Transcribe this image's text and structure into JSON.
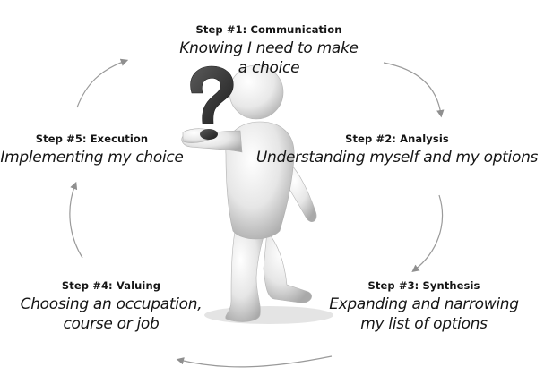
{
  "steps": [
    {
      "title": "Step #1: Communication",
      "desc_line1": "Knowing I need to make",
      "desc_line2": "a choice"
    },
    {
      "title": "Step #2: Analysis",
      "desc_line1": "Understanding myself and my options",
      "desc_line2": ""
    },
    {
      "title": "Step #3: Synthesis",
      "desc_line1": "Expanding and narrowing",
      "desc_line2": "my list of options"
    },
    {
      "title": "Step #4: Valuing",
      "desc_line1": "Choosing an occupation,",
      "desc_line2": "course or job"
    },
    {
      "title": "Step #5: Execution",
      "desc_line1": "Implementing my choice",
      "desc_line2": ""
    }
  ],
  "figure": {
    "icon": "question-mark-icon",
    "color": "#e6e6e6",
    "mark_color": "#3a3a3a"
  },
  "arrow_color": "#9a9a9a"
}
